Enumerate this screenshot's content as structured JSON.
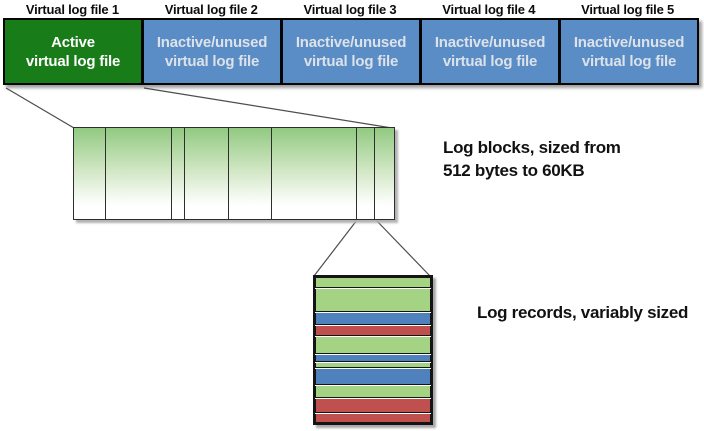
{
  "vlf_labels": [
    "Virtual log file 1",
    "Virtual log file 2",
    "Virtual log file 3",
    "Virtual log file 4",
    "Virtual log file 5"
  ],
  "vlf_boxes": [
    {
      "line1": "Active",
      "line2": "virtual log file",
      "state": "active"
    },
    {
      "line1": "Inactive/unused",
      "line2": "virtual log file",
      "state": "inactive"
    },
    {
      "line1": "Inactive/unused",
      "line2": "virtual log file",
      "state": "inactive"
    },
    {
      "line1": "Inactive/unused",
      "line2": "virtual log file",
      "state": "inactive"
    },
    {
      "line1": "Inactive/unused",
      "line2": "virtual log file",
      "state": "inactive"
    }
  ],
  "log_blocks": {
    "caption_line1": "Log blocks, sized from",
    "caption_line2": "512 bytes to 60KB",
    "segment_widths": [
      31,
      67,
      12,
      43,
      43,
      85,
      18,
      19
    ]
  },
  "log_records": {
    "caption": "Log records, variably sized",
    "stripes": [
      {
        "color": "green",
        "height": 11
      },
      {
        "color": "green",
        "height": 26
      },
      {
        "color": "blue",
        "height": 13
      },
      {
        "color": "red",
        "height": 10
      },
      {
        "color": "green",
        "height": 19
      },
      {
        "color": "blue",
        "height": 8
      },
      {
        "color": "green",
        "height": 4
      },
      {
        "color": "blue",
        "height": 18
      },
      {
        "color": "green",
        "height": 13
      },
      {
        "color": "red",
        "height": 15
      },
      {
        "color": "red",
        "height": 10
      }
    ]
  },
  "colors": {
    "active_vlf_green": "#187d18",
    "inactive_vlf_blue": "#5a8cc6",
    "block_gradient_green": "#92c982",
    "record_green": "#a4d383",
    "record_blue": "#4f81bd",
    "record_red": "#c0504d",
    "connector_line": "#4d4d4d"
  }
}
